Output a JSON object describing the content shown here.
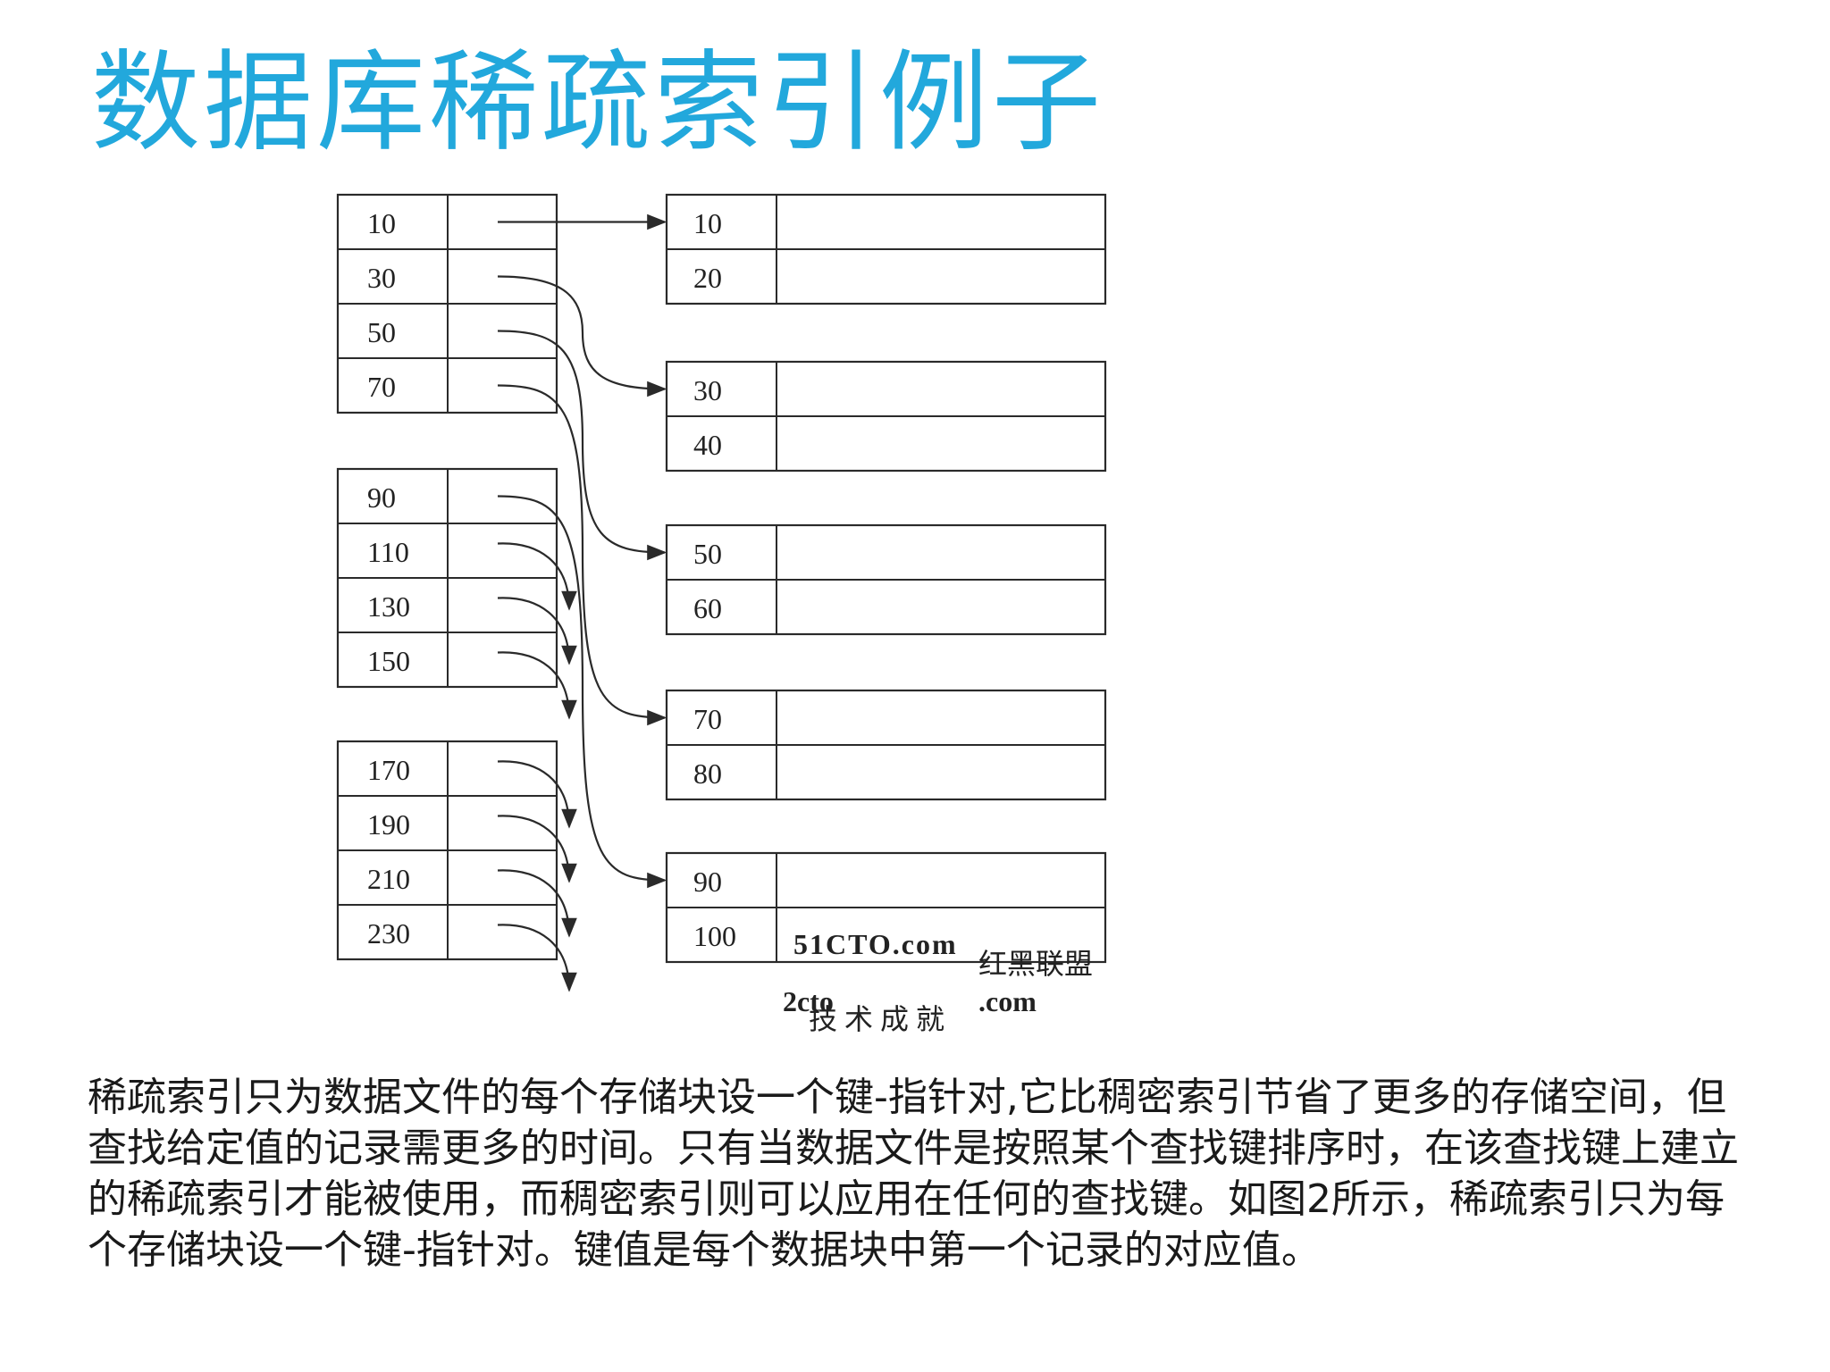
{
  "slide": {
    "title": "数据库稀疏索引例子",
    "description": "稀疏索引只为数据文件的每个存储块设一个键-指针对,它比稠密索引节省了更多的存储空间，但查找给定值的记录需更多的时间。只有当数据文件是按照某个查找键排序时，在该查找键上建立的稀疏索引才能被使用，而稠密索引则可以应用在任何的查找键。如图2所示，稀疏索引只为每个存储块设一个键-指针对。键值是每个数据块中第一个记录的对应值。"
  },
  "diagram": {
    "index_blocks": [
      {
        "keys": [
          "10",
          "30",
          "50",
          "70"
        ]
      },
      {
        "keys": [
          "90",
          "110",
          "130",
          "150"
        ]
      },
      {
        "keys": [
          "170",
          "190",
          "210",
          "230"
        ]
      }
    ],
    "data_blocks": [
      {
        "keys": [
          "10",
          "20"
        ]
      },
      {
        "keys": [
          "30",
          "40"
        ]
      },
      {
        "keys": [
          "50",
          "60"
        ]
      },
      {
        "keys": [
          "70",
          "80"
        ]
      },
      {
        "keys": [
          "90",
          "100"
        ]
      }
    ],
    "pointers": [
      {
        "from": "10",
        "to": "10"
      },
      {
        "from": "30",
        "to": "30"
      },
      {
        "from": "50",
        "to": "50"
      },
      {
        "from": "70",
        "to": "70"
      },
      {
        "from": "90",
        "to": "90"
      }
    ],
    "colors": {
      "line": "#2a2a2a",
      "title": "#22a8dc"
    }
  },
  "watermark": {
    "top": "51CTO.com",
    "tag": "红黑联盟",
    "big": "2cto",
    "com": ".com",
    "sub": "技 术 成 就"
  }
}
